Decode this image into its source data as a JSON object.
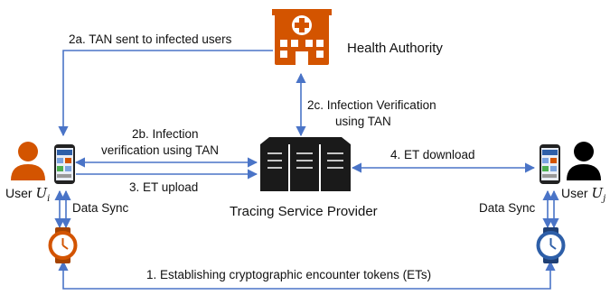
{
  "health_authority": {
    "label": "Health Authority",
    "icon": "hospital-icon"
  },
  "service_provider": {
    "label": "Tracing Service Provider",
    "icon": "server-rack-icon"
  },
  "user_i": {
    "prefix": "User",
    "symbol": "U",
    "subscript": "i",
    "color": "#d35400"
  },
  "user_j": {
    "prefix": "User",
    "symbol": "U",
    "subscript": "j",
    "color": "#000000"
  },
  "steps": {
    "tan_sent": "2a. TAN sent to infected users",
    "verify_user_line1": "2b. Infection",
    "verify_user_line2": "verification using TAN",
    "verify_ha_line1": "2c. Infection Verification",
    "verify_ha_line2": "using TAN",
    "et_upload": "3. ET upload",
    "et_download": "4. ET download",
    "establish": "1. Establishing cryptographic encounter tokens (ETs)"
  },
  "sync": {
    "left": "Data Sync",
    "right": "Data Sync"
  },
  "colors": {
    "arrow": "#4a74c7",
    "orange": "#d35400",
    "watch_blue": "#2e5fa8",
    "server": "#1a1a1a"
  }
}
